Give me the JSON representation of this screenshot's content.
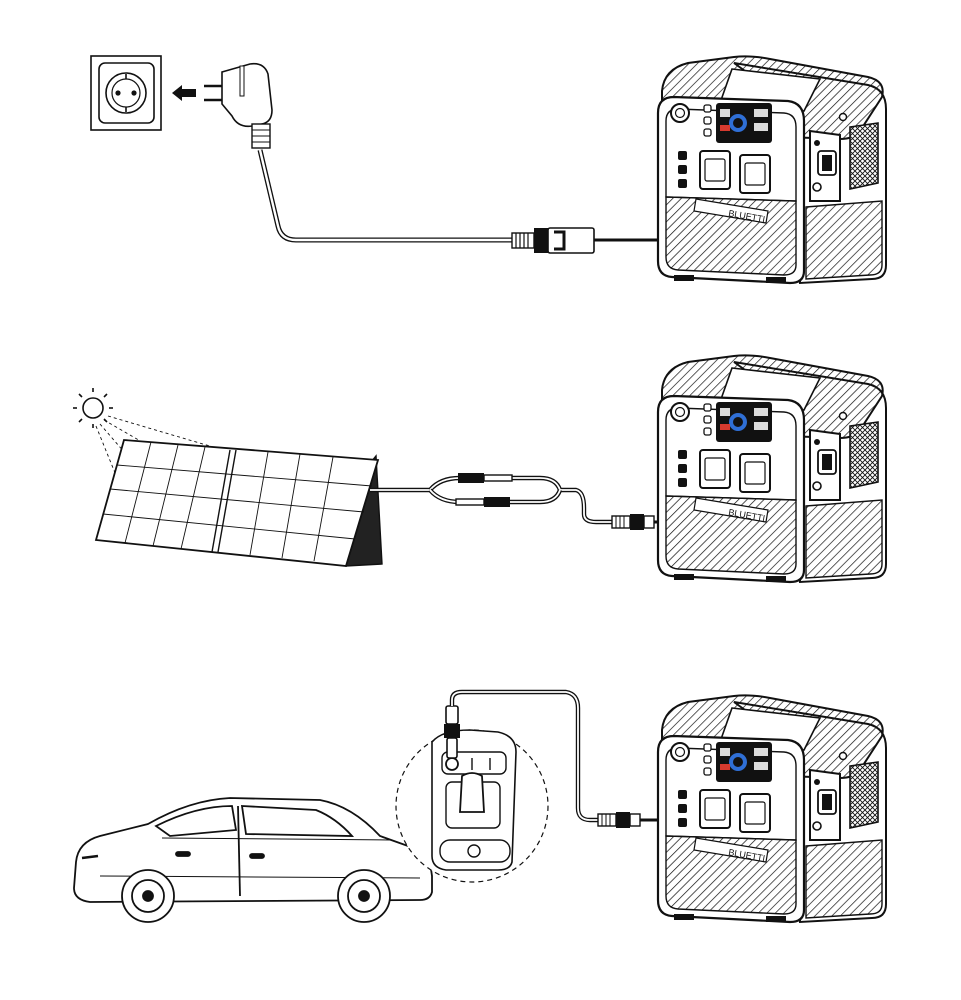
{
  "device": {
    "brand_label": "BLUETTI"
  },
  "scenes": [
    {
      "name": "ac-wall-charging"
    },
    {
      "name": "solar-charging"
    },
    {
      "name": "car-charging"
    }
  ],
  "colors": {
    "line": "#111111",
    "fill": "#ffffff",
    "screen_blue": "#2f6fd6",
    "screen_red": "#d63a2f"
  }
}
